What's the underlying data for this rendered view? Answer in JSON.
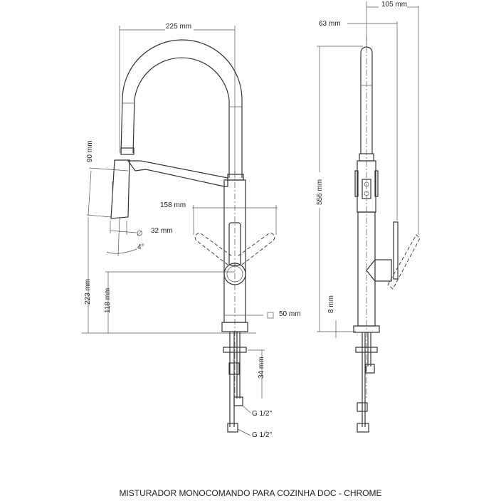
{
  "title": "MISTURADOR MONOCOMANDO PARA COZINHA DOC - CHROME",
  "front_view": {
    "width_label": "225 mm",
    "head_length_label": "90 mm",
    "lever_span_label": "158 mm",
    "head_diameter_symbol": "∅",
    "head_diameter_label": "32 mm",
    "angle_label": "4°",
    "head_height_label": "223 mm",
    "handle_height_label": "118 mm",
    "base_symbol": "□",
    "base_label": "50 mm",
    "thread_length_label": "34 mm",
    "hose_1_label": "G 1/2\"",
    "hose_2_label": "G 1/2\""
  },
  "side_view": {
    "reach_label": "105 mm",
    "offset_label": "63 mm",
    "height_label": "556 mm",
    "base_thickness_label": "8 mm"
  }
}
